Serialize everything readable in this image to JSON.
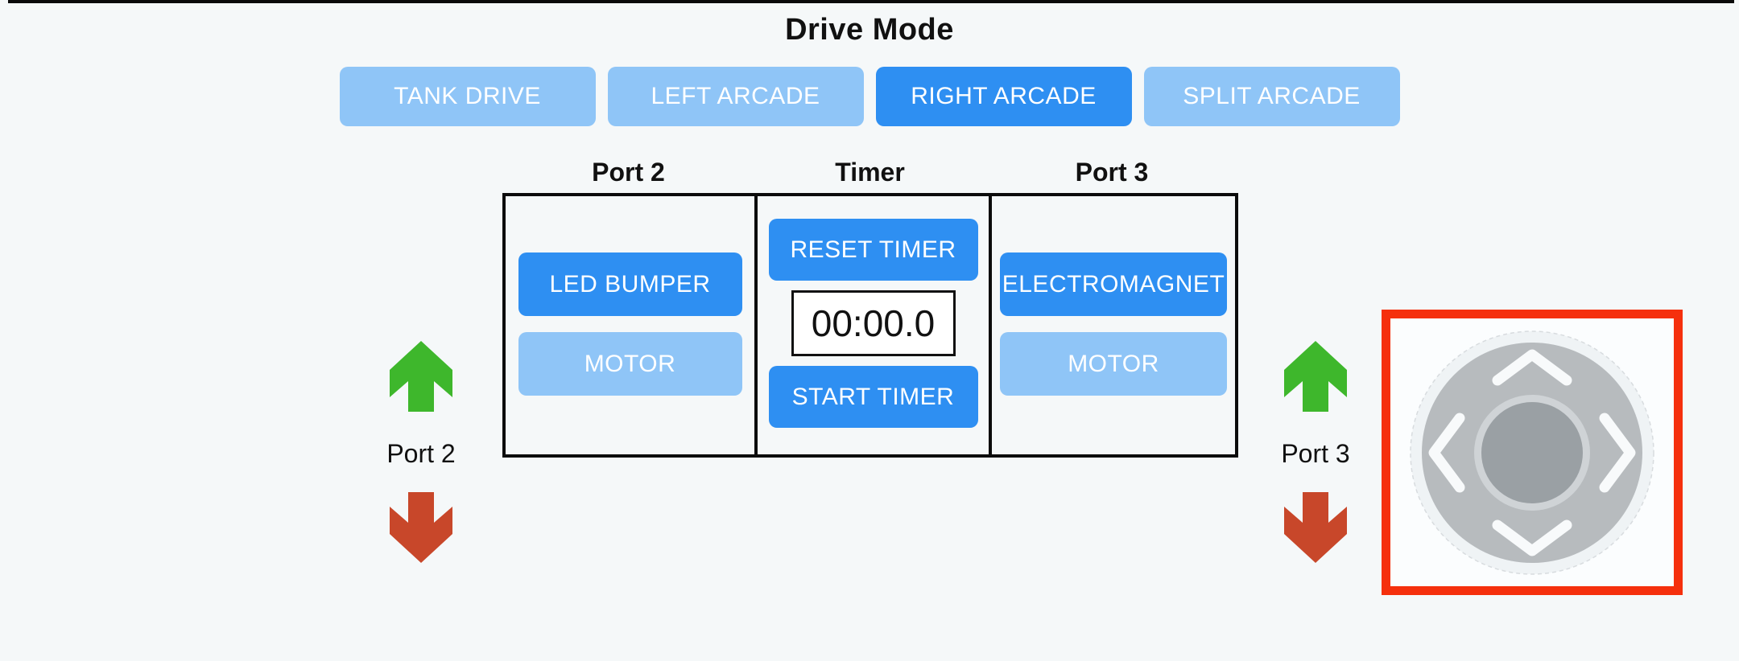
{
  "title": "Drive Mode",
  "drive_mode": {
    "selected": "RIGHT ARCADE",
    "options": [
      {
        "label": "TANK DRIVE",
        "selected": false
      },
      {
        "label": "LEFT ARCADE",
        "selected": false
      },
      {
        "label": "RIGHT ARCADE",
        "selected": true
      },
      {
        "label": "SPLIT ARCADE",
        "selected": false
      }
    ]
  },
  "control_board": {
    "port2": {
      "header": "Port 2",
      "buttons": [
        {
          "label": "LED BUMPER",
          "active": true
        },
        {
          "label": "MOTOR",
          "active": false
        }
      ]
    },
    "timer": {
      "header": "Timer",
      "reset_button": "RESET TIMER",
      "display": "00:00.0",
      "start_button": "START TIMER"
    },
    "port3": {
      "header": "Port 3",
      "buttons": [
        {
          "label": "ELECTROMAGNET",
          "active": true
        },
        {
          "label": "MOTOR",
          "active": false
        }
      ]
    }
  },
  "port2_indicator": {
    "label": "Port 2",
    "up_icon": "green-up-arrow",
    "down_icon": "red-down-arrow"
  },
  "port3_indicator": {
    "label": "Port 3",
    "up_icon": "green-up-arrow",
    "down_icon": "red-down-arrow"
  },
  "joystick": {
    "name": "right-joystick",
    "highlighted": true,
    "chevrons": [
      "up",
      "right",
      "down",
      "left"
    ]
  },
  "colors": {
    "background": "#f5f8f9",
    "accent_active": "#2e8ff2",
    "accent_inactive": "#8fc5f7",
    "highlight_red": "#f5300d",
    "arrow_green": "#3eb72c",
    "arrow_red": "#c8472a",
    "joystick_disc": "#b7bbbe",
    "joystick_knob": "#9aa0a4"
  }
}
